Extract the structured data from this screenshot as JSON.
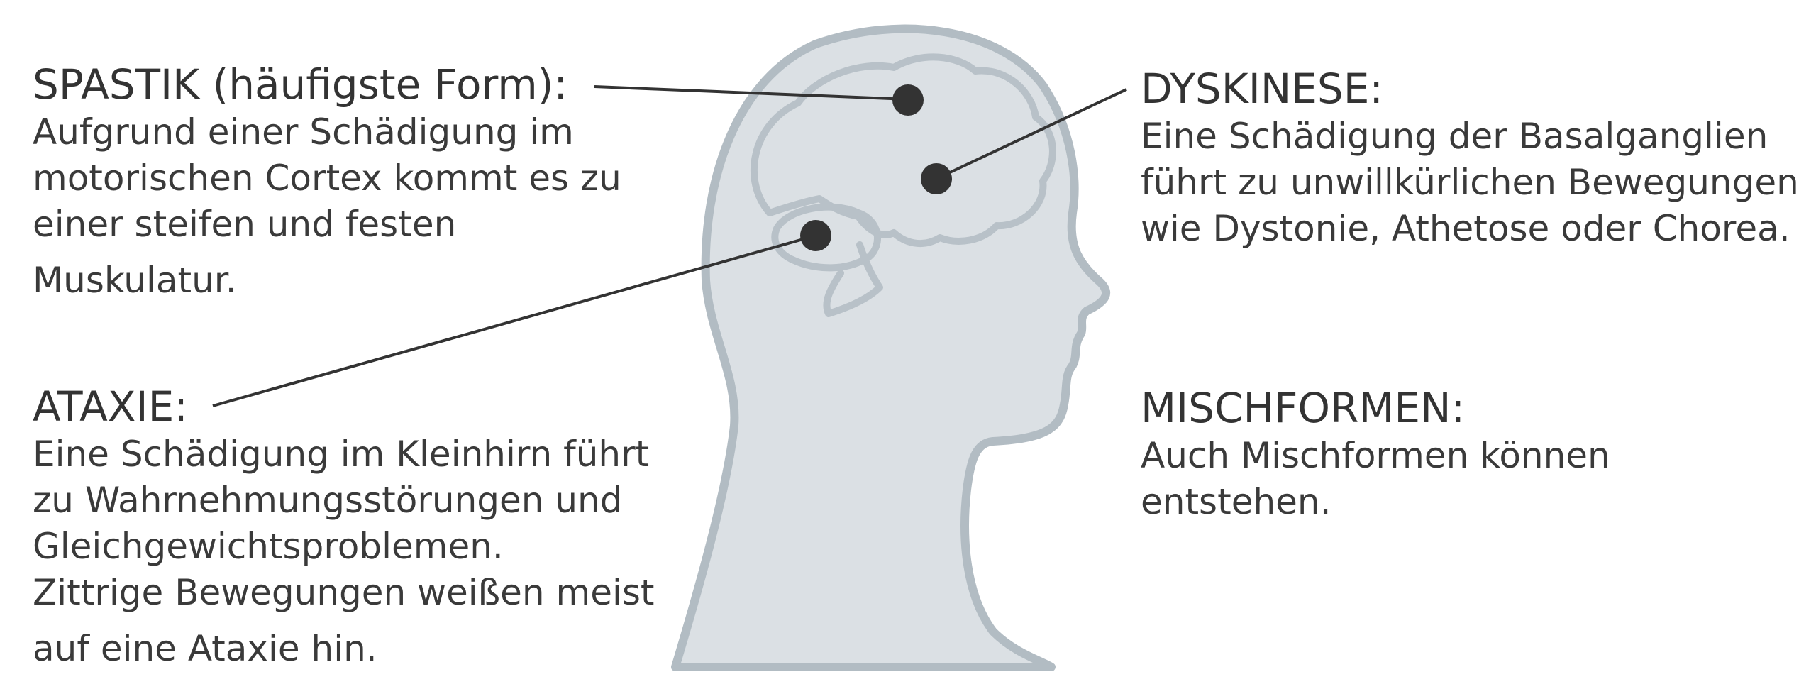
{
  "colors": {
    "head_fill": "#dbe0e4",
    "head_outline": "#b2bcc3",
    "brain_outline": "#b8c1c8",
    "marker": "#333333",
    "leader_line": "#333333",
    "text": "#3a3a3a"
  },
  "labels": {
    "spastik": {
      "title": "SPASTIK (häufigste Form):",
      "lines": [
        "Aufgrund einer Schädigung im",
        "motorischen Cortex kommt es zu",
        "einer steifen und festen",
        "Muskulatur."
      ]
    },
    "ataxie": {
      "title": "ATAXIE:",
      "lines": [
        "Eine Schädigung im Kleinhirn führt",
        "zu Wahrnehmungsstörungen und",
        "Gleichgewichtsproblemen.",
        "Zittrige Bewegungen weißen meist",
        "auf eine Ataxie hin."
      ]
    },
    "dyskinese": {
      "title": "DYSKINESE:",
      "lines": [
        "Eine Schädigung der Basalganglien",
        "führt zu unwillkürlichen Bewegungen",
        "wie Dystonie, Athetose oder Chorea."
      ]
    },
    "mischformen": {
      "title": "MISCHFORMEN:",
      "lines": [
        "Auch Mischformen können",
        "entstehen."
      ]
    }
  }
}
